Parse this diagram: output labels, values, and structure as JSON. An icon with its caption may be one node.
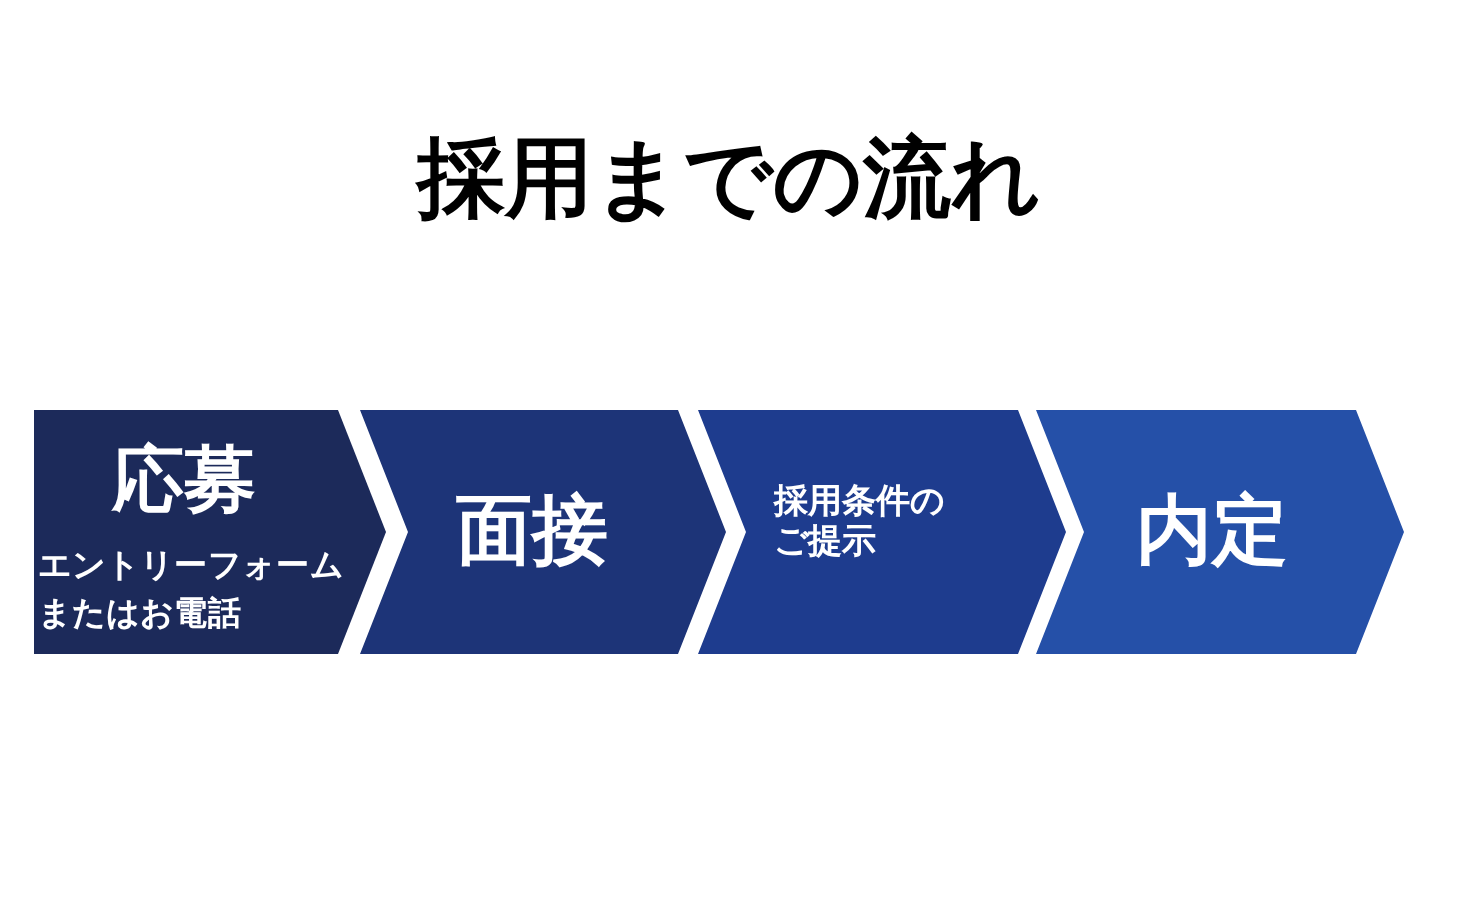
{
  "diagram": {
    "title": "採用までの流れ",
    "nodes": [
      {
        "text": [
          "応募",
          "エントリーフォームまたはお電話"
        ]
      },
      {
        "text": [
          "面接"
        ]
      },
      {
        "text": [
          "採用条件のご提示"
        ]
      },
      {
        "text": [
          "内定"
        ]
      }
    ]
  }
}
